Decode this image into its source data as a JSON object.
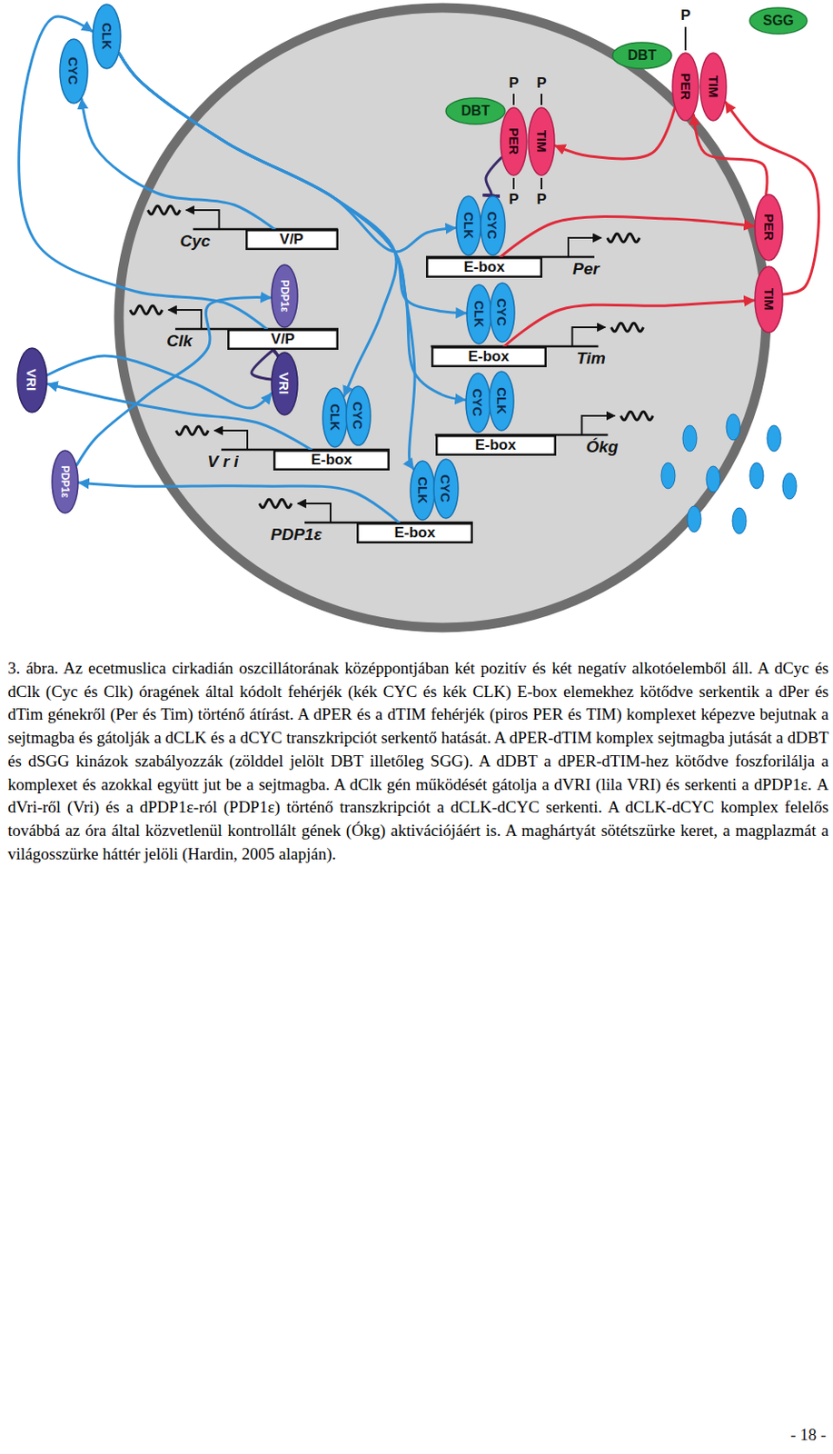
{
  "diagram": {
    "caption": "3. ábra. Az ecetmuslica cirkadián oszcillátorának középpontjában két pozitív és két negatív alkotóelemből áll. A dCyc és dClk (Cyc és Clk) óragének által kódolt fehérjék (kék CYC és kék CLK) E-box elemekhez kötődve serkentik a dPer és dTim génekről (Per és Tim) történő átírást. A dPER és a dTIM fehérjék (piros PER és TIM) komplexet képezve bejutnak a sejtmagba és gátolják a dCLK és a dCYC transzkripciót serkentő hatását. A dPER-dTIM komplex sejtmagba jutását a dDBT és dSGG kinázok szabályozzák (zölddel jelölt DBT illetőleg SGG). A dDBT a dPER-dTIM-hez kötődve foszforilálja a komplexet és azokkal együtt jut be a sejtmagba. A dClk gén működését gátolja a dVRI (lila VRI) és serkenti a dPDP1ε. A dVri-ről (Vri) és a dPDP1ε-ról (PDP1ε) történő transzkripciót a dCLK-dCYC serkenti. A dCLK-dCYC komplex felelős továbbá az óra által közvetlenül kontrollált gének (Ókg) aktivációjáért is. A maghártyát sötétszürke keret, a magplazmát a világosszürke háttér jelöli (Hardin, 2005 alapján).",
    "nodes": [
      {
        "text": [
          "CLK"
        ]
      },
      {
        "text": [
          "CYC"
        ]
      },
      {
        "text": [
          "SGG"
        ]
      },
      {
        "text": [
          "DBT"
        ]
      },
      {
        "text": [
          "PER"
        ]
      },
      {
        "text": [
          "TIM"
        ]
      },
      {
        "text": [
          "DBT"
        ]
      },
      {
        "text": [
          "PER"
        ]
      },
      {
        "text": [
          "TIM"
        ]
      },
      {
        "text": [
          "V/P"
        ]
      },
      {
        "text": [
          "CLK"
        ]
      },
      {
        "text": [
          "CYC"
        ]
      },
      {
        "text": [
          "E-box"
        ]
      },
      {
        "text": [
          "PER"
        ]
      },
      {
        "text": [
          "PDP1ε"
        ]
      },
      {
        "text": [
          "V/P"
        ]
      },
      {
        "text": [
          "VRI"
        ]
      },
      {
        "text": [
          "CLK"
        ]
      },
      {
        "text": [
          "CYC"
        ]
      },
      {
        "text": [
          "E-box"
        ]
      },
      {
        "text": [
          "TIM"
        ]
      },
      {
        "text": [
          "VRI"
        ]
      },
      {
        "text": [
          "CLK"
        ]
      },
      {
        "text": [
          "CYC"
        ]
      },
      {
        "text": [
          "E-box"
        ]
      },
      {
        "text": [
          "CYC"
        ]
      },
      {
        "text": [
          "CLK"
        ]
      },
      {
        "text": [
          "E-box"
        ]
      },
      {
        "text": [
          "PDP1ε"
        ]
      },
      {
        "text": [
          "CLK"
        ]
      },
      {
        "text": [
          "CYC"
        ]
      },
      {
        "text": [
          "E-box"
        ]
      }
    ],
    "edges": [
      {
        "from": 0,
        "to": 10,
        "arrow": "to"
      },
      {
        "from": 0,
        "to": 17,
        "arrow": "to"
      },
      {
        "from": 0,
        "to": 25,
        "arrow": "to"
      },
      {
        "from": 0,
        "to": 22,
        "arrow": "to"
      },
      {
        "from": 0,
        "to": 29,
        "arrow": "to"
      },
      {
        "from": 9,
        "to": 1,
        "arrow": "to"
      },
      {
        "from": 15,
        "to": 0,
        "arrow": "to"
      },
      {
        "from": 24,
        "to": 21,
        "arrow": "to"
      },
      {
        "from": 21,
        "to": 16,
        "arrow": "to"
      },
      {
        "from": 16,
        "to": 15,
        "arrow": "to"
      },
      {
        "from": 31,
        "to": 28,
        "arrow": "to"
      },
      {
        "from": 28,
        "to": 14,
        "arrow": "to"
      },
      {
        "from": 12,
        "to": 13,
        "arrow": "to"
      },
      {
        "from": 19,
        "to": 20,
        "arrow": "to"
      },
      {
        "from": 13,
        "to": 4,
        "arrow": "to"
      },
      {
        "from": 20,
        "to": 5,
        "arrow": "to"
      },
      {
        "from": 4,
        "to": 8,
        "arrow": "to"
      },
      {
        "from": 7,
        "to": 11,
        "arrow": "to"
      }
    ],
    "labels": [
      "P",
      "P",
      "P",
      "P",
      "P",
      "Cyc",
      "Per",
      "Clk",
      "Tim",
      "V r i",
      "Ókg",
      "PDP1ε",
      "- 18 -"
    ]
  }
}
